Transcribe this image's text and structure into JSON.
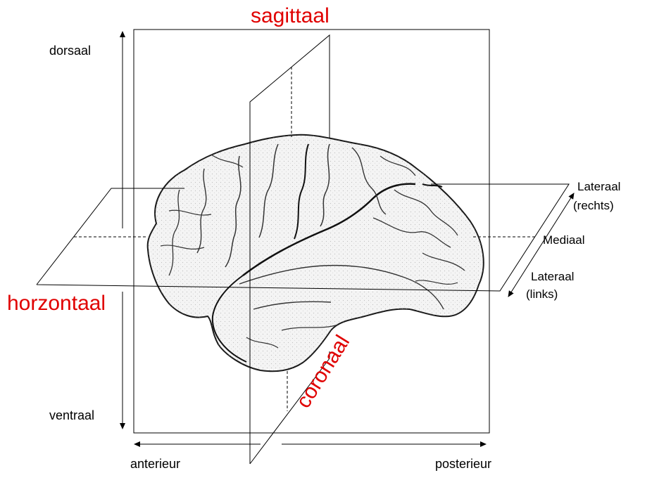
{
  "colors": {
    "plane_label": "#e00000",
    "line": "#000000",
    "brain_fill": "#f3f3f3",
    "brain_stroke": "#222222"
  },
  "icons": [
    "up-down-arrow",
    "left-right-arrow",
    "diagonal-arrow",
    "brain-illustration"
  ],
  "planes": {
    "sagittal": "sagittaal",
    "horizontal": "horzontaal",
    "coronal": "coronaal"
  },
  "directions": {
    "dorsal": "dorsaal",
    "ventral": "ventraal",
    "anterior": "anterieur",
    "posterior": "posterieur",
    "lateral_right_1": "Lateraal",
    "lateral_right_2": "(rechts)",
    "medial": "Mediaal",
    "lateral_left_1": "Lateraal",
    "lateral_left_2": "(links)"
  }
}
